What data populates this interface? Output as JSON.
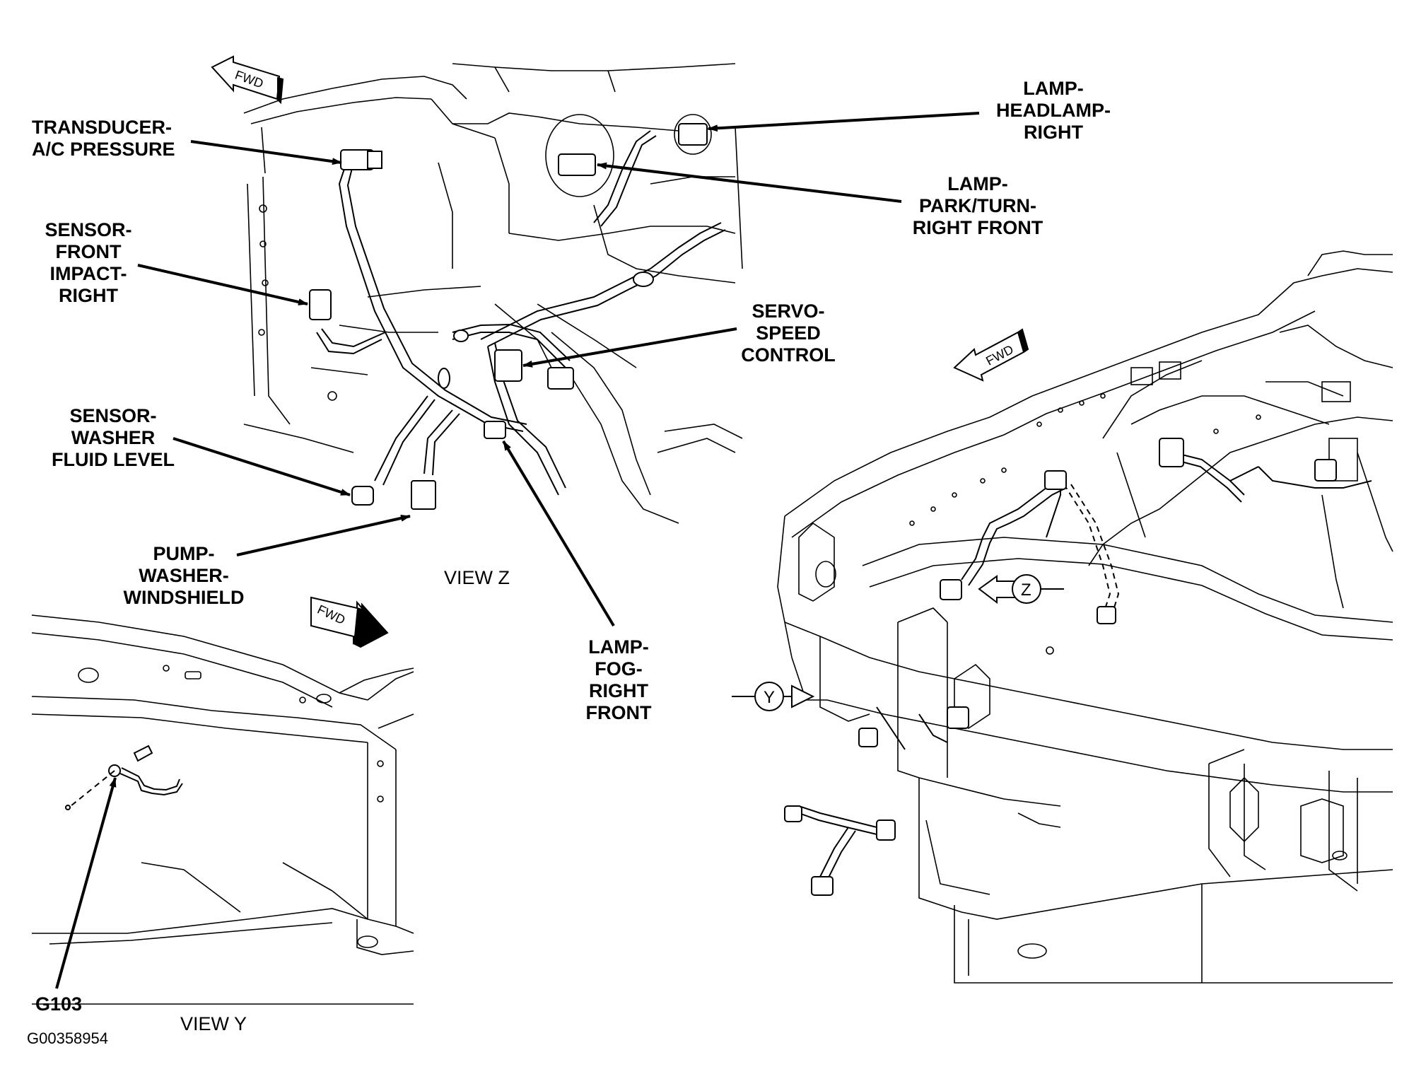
{
  "labels": {
    "transducer": [
      "TRANSDUCER-",
      "A/C PRESSURE"
    ],
    "sensor_impact": [
      "SENSOR-",
      "FRONT",
      "IMPACT-",
      "RIGHT"
    ],
    "sensor_washer": [
      "SENSOR-",
      "WASHER",
      "FLUID LEVEL"
    ],
    "pump_washer": [
      "PUMP-",
      "WASHER-",
      "WINDSHIELD"
    ],
    "lamp_headlamp": [
      "LAMP-",
      "HEADLAMP-",
      "RIGHT"
    ],
    "lamp_park": [
      "LAMP-",
      "PARK/TURN-",
      "RIGHT FRONT"
    ],
    "servo": [
      "SERVO-",
      "SPEED",
      "CONTROL"
    ],
    "lamp_fog": [
      "LAMP-",
      "FOG-",
      "RIGHT",
      "FRONT"
    ],
    "g103": "G103"
  },
  "views": {
    "view_z": "VIEW Z",
    "view_y": "VIEW Y"
  },
  "fwd_text": "FWD",
  "view_markers": {
    "z": "Z",
    "y": "Y"
  },
  "figure_id": "G00358954"
}
